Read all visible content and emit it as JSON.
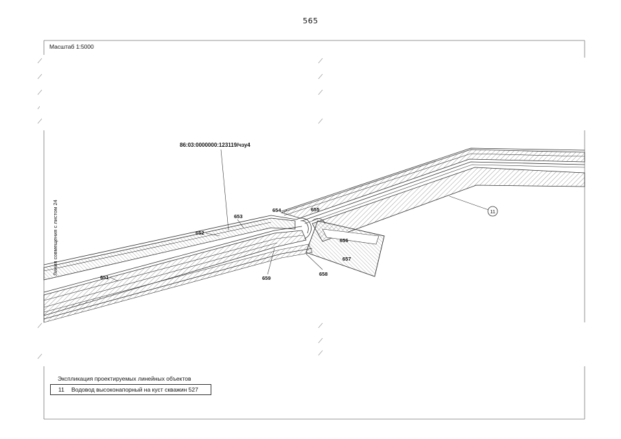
{
  "page": {
    "number": "565",
    "scale": "Масштаб 1:5000"
  },
  "map": {
    "cadastral_number": "86:03:0000000:123119/чзу4",
    "match_line": "Линия совмещения с листом 24",
    "object_marker": "11",
    "plots": [
      {
        "id": "651",
        "label": "651"
      },
      {
        "id": "652",
        "label": "652"
      },
      {
        "id": "653",
        "label": "653"
      },
      {
        "id": "654",
        "label": "654"
      },
      {
        "id": "655",
        "label": "655"
      },
      {
        "id": "656",
        "label": "656"
      },
      {
        "id": "657",
        "label": "657"
      },
      {
        "id": "658",
        "label": "658"
      },
      {
        "id": "659",
        "label": "659"
      }
    ]
  },
  "legend": {
    "title": "Экспликация проектируемых линейных объектов",
    "items": [
      {
        "number": "11",
        "text": "Водовод высоконапорный на куст скважин 527"
      }
    ]
  }
}
